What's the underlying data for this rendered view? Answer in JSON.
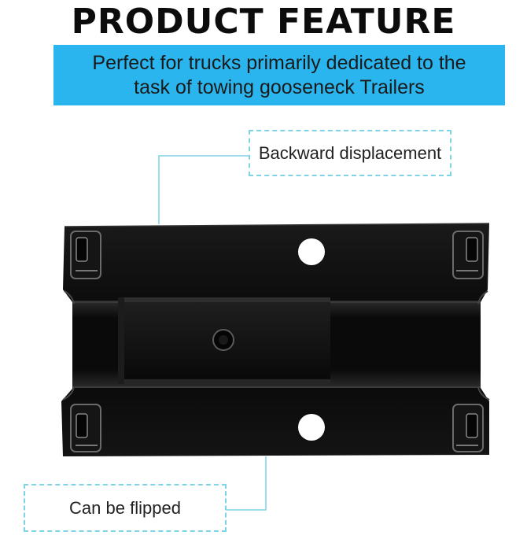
{
  "heading": "PRODUCT FEATURE",
  "banner": {
    "line1": "Perfect for trucks primarily dedicated to the",
    "line2": "task of towing gooseneck Trailers"
  },
  "callouts": {
    "top": "Backward displacement",
    "bottom": "Can be flipped"
  },
  "colors": {
    "banner": "#2ab5ee",
    "callout_border": "#7fd3e6",
    "plate": "#0b0b0b"
  }
}
